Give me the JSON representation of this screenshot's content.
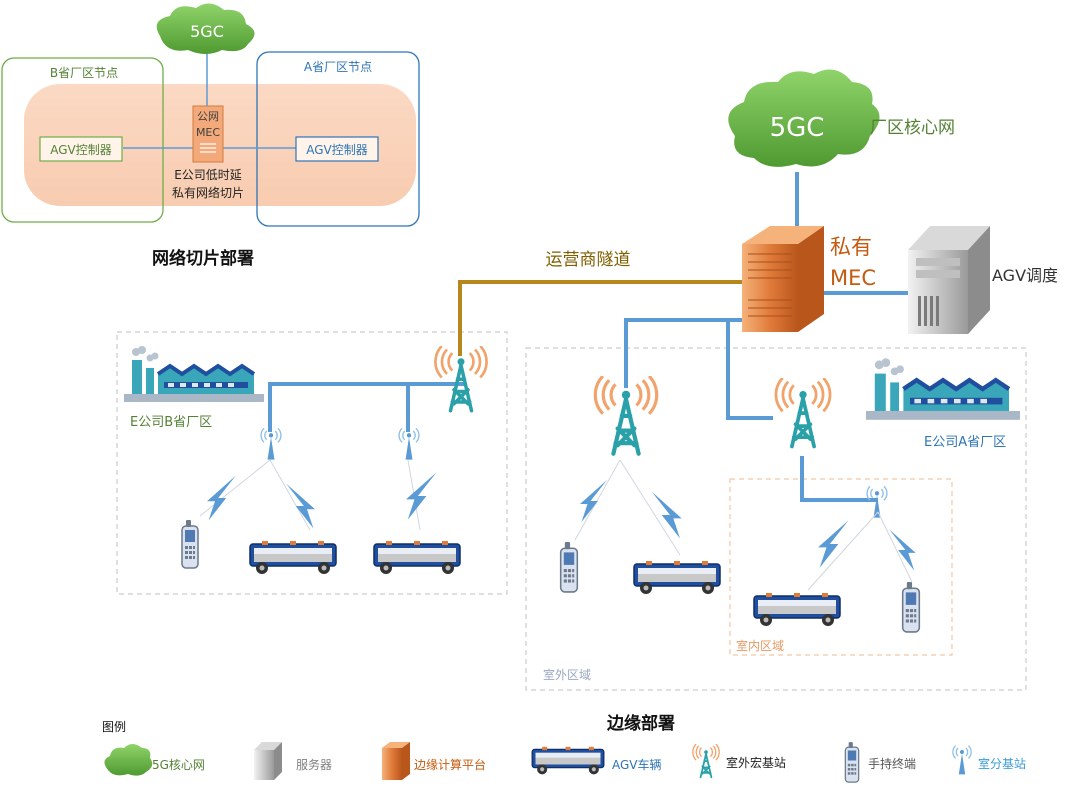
{
  "slice_section": {
    "cloud_label": "5GC",
    "b_node_title": "B省厂区节点",
    "a_node_title": "A省厂区节点",
    "b_agv_controller": "AGV控制器",
    "a_agv_controller": "AGV控制器",
    "public_mec_line1": "公网",
    "public_mec_line2": "MEC",
    "slice_line1": "E公司低时延",
    "slice_line2": "私有网络切片",
    "caption": "网络切片部署"
  },
  "edge_section": {
    "core_cloud_label": "5GC",
    "core_network_label": "厂区核心网",
    "private_mec_line1": "私有",
    "private_mec_line2": "MEC",
    "agv_dispatch_label": "AGV调度",
    "operator_tunnel_label": "运营商隧道",
    "b_factory_label": "E公司B省厂区",
    "a_factory_label": "E公司A省厂区",
    "outdoor_area_label": "室外区域",
    "indoor_area_label": "室内区域",
    "caption": "边缘部署"
  },
  "legend": {
    "title": "图例",
    "items": [
      {
        "label": "5G核心网",
        "icon": "cloud-icon",
        "color": "#5e9b3a"
      },
      {
        "label": "服务器",
        "icon": "server-icon",
        "color": "#8a8a8a"
      },
      {
        "label": "边缘计算平台",
        "icon": "edge-platform-icon",
        "color": "#d9702a"
      },
      {
        "label": "AGV车辆",
        "icon": "agv-vehicle-icon",
        "color": "#2e5fb0"
      },
      {
        "label": "室外宏基站",
        "icon": "macro-tower-icon",
        "color": "#222222"
      },
      {
        "label": "手持终端",
        "icon": "handheld-terminal-icon",
        "color": "#555555"
      },
      {
        "label": "室分基站",
        "icon": "indoor-station-icon",
        "color": "#3a9bd5"
      }
    ]
  },
  "colors": {
    "network_blue": "#5b9bd5",
    "tunnel_gold": "#b5871c",
    "cloud_green": "#6cbf4b",
    "mec_orange": "#e07b3a",
    "factory_teal": "#3aa6b9",
    "green_text": "#548235",
    "blue_text": "#2e75b6",
    "orange_text": "#c55a11"
  }
}
